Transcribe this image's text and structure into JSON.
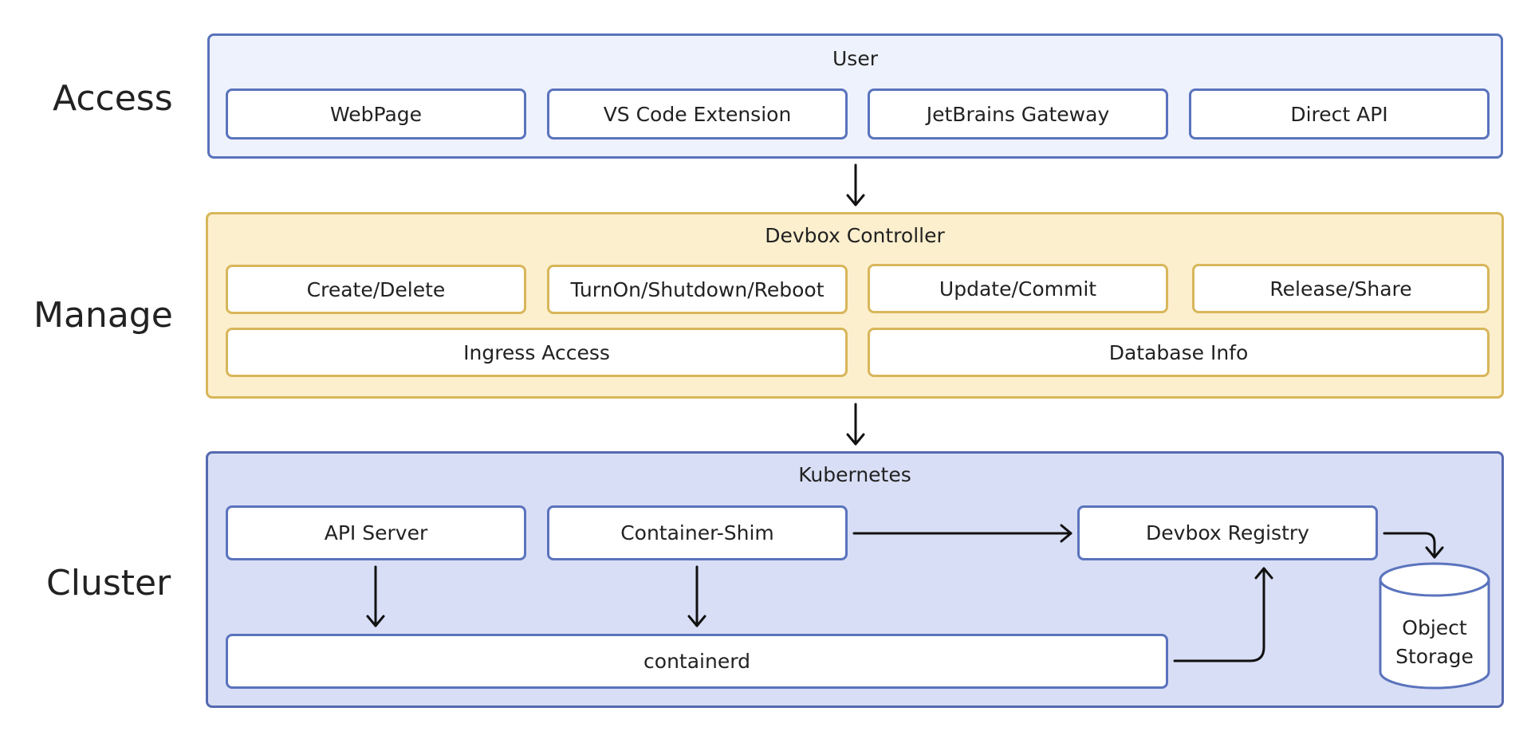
{
  "layers": {
    "access": "Access",
    "manage": "Manage",
    "cluster": "Cluster"
  },
  "access_panel": {
    "title": "User",
    "items": [
      "WebPage",
      "VS Code Extension",
      "JetBrains Gateway",
      "Direct API"
    ]
  },
  "manage_panel": {
    "title": "Devbox Controller",
    "row1": [
      "Create/Delete",
      "TurnOn/Shutdown/Reboot",
      "Update/Commit",
      "Release/Share"
    ],
    "row2": [
      "Ingress Access",
      "Database Info"
    ]
  },
  "cluster_panel": {
    "title": "Kubernetes",
    "api_server": "API Server",
    "container_shim": "Container-Shim",
    "devbox_registry": "Devbox Registry",
    "containerd": "containerd",
    "object_storage_line1": "Object",
    "object_storage_line2": "Storage"
  },
  "colors": {
    "access_fill": "#eef2fc",
    "access_border": "#5a73bd",
    "manage_fill": "#fcefcd",
    "manage_border": "#d8b65a",
    "cluster_fill": "#d8def5",
    "cluster_border": "#5569b0"
  }
}
